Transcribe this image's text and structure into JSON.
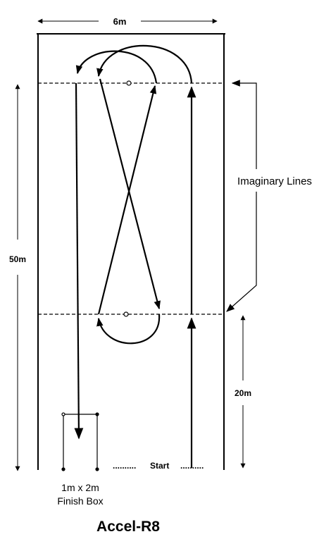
{
  "labels": {
    "width": "6m",
    "length": "50m",
    "turn_distance": "20m",
    "imaginary_lines": "Imaginary Lines",
    "start": "Start",
    "start_dots_left": "..........",
    "start_dots_right": "..........",
    "finish_box_size": "1m x 2m",
    "finish_box": "Finish Box"
  },
  "title": "Accel-R8",
  "colors": {
    "ink": "#000000",
    "background": "#ffffff"
  }
}
